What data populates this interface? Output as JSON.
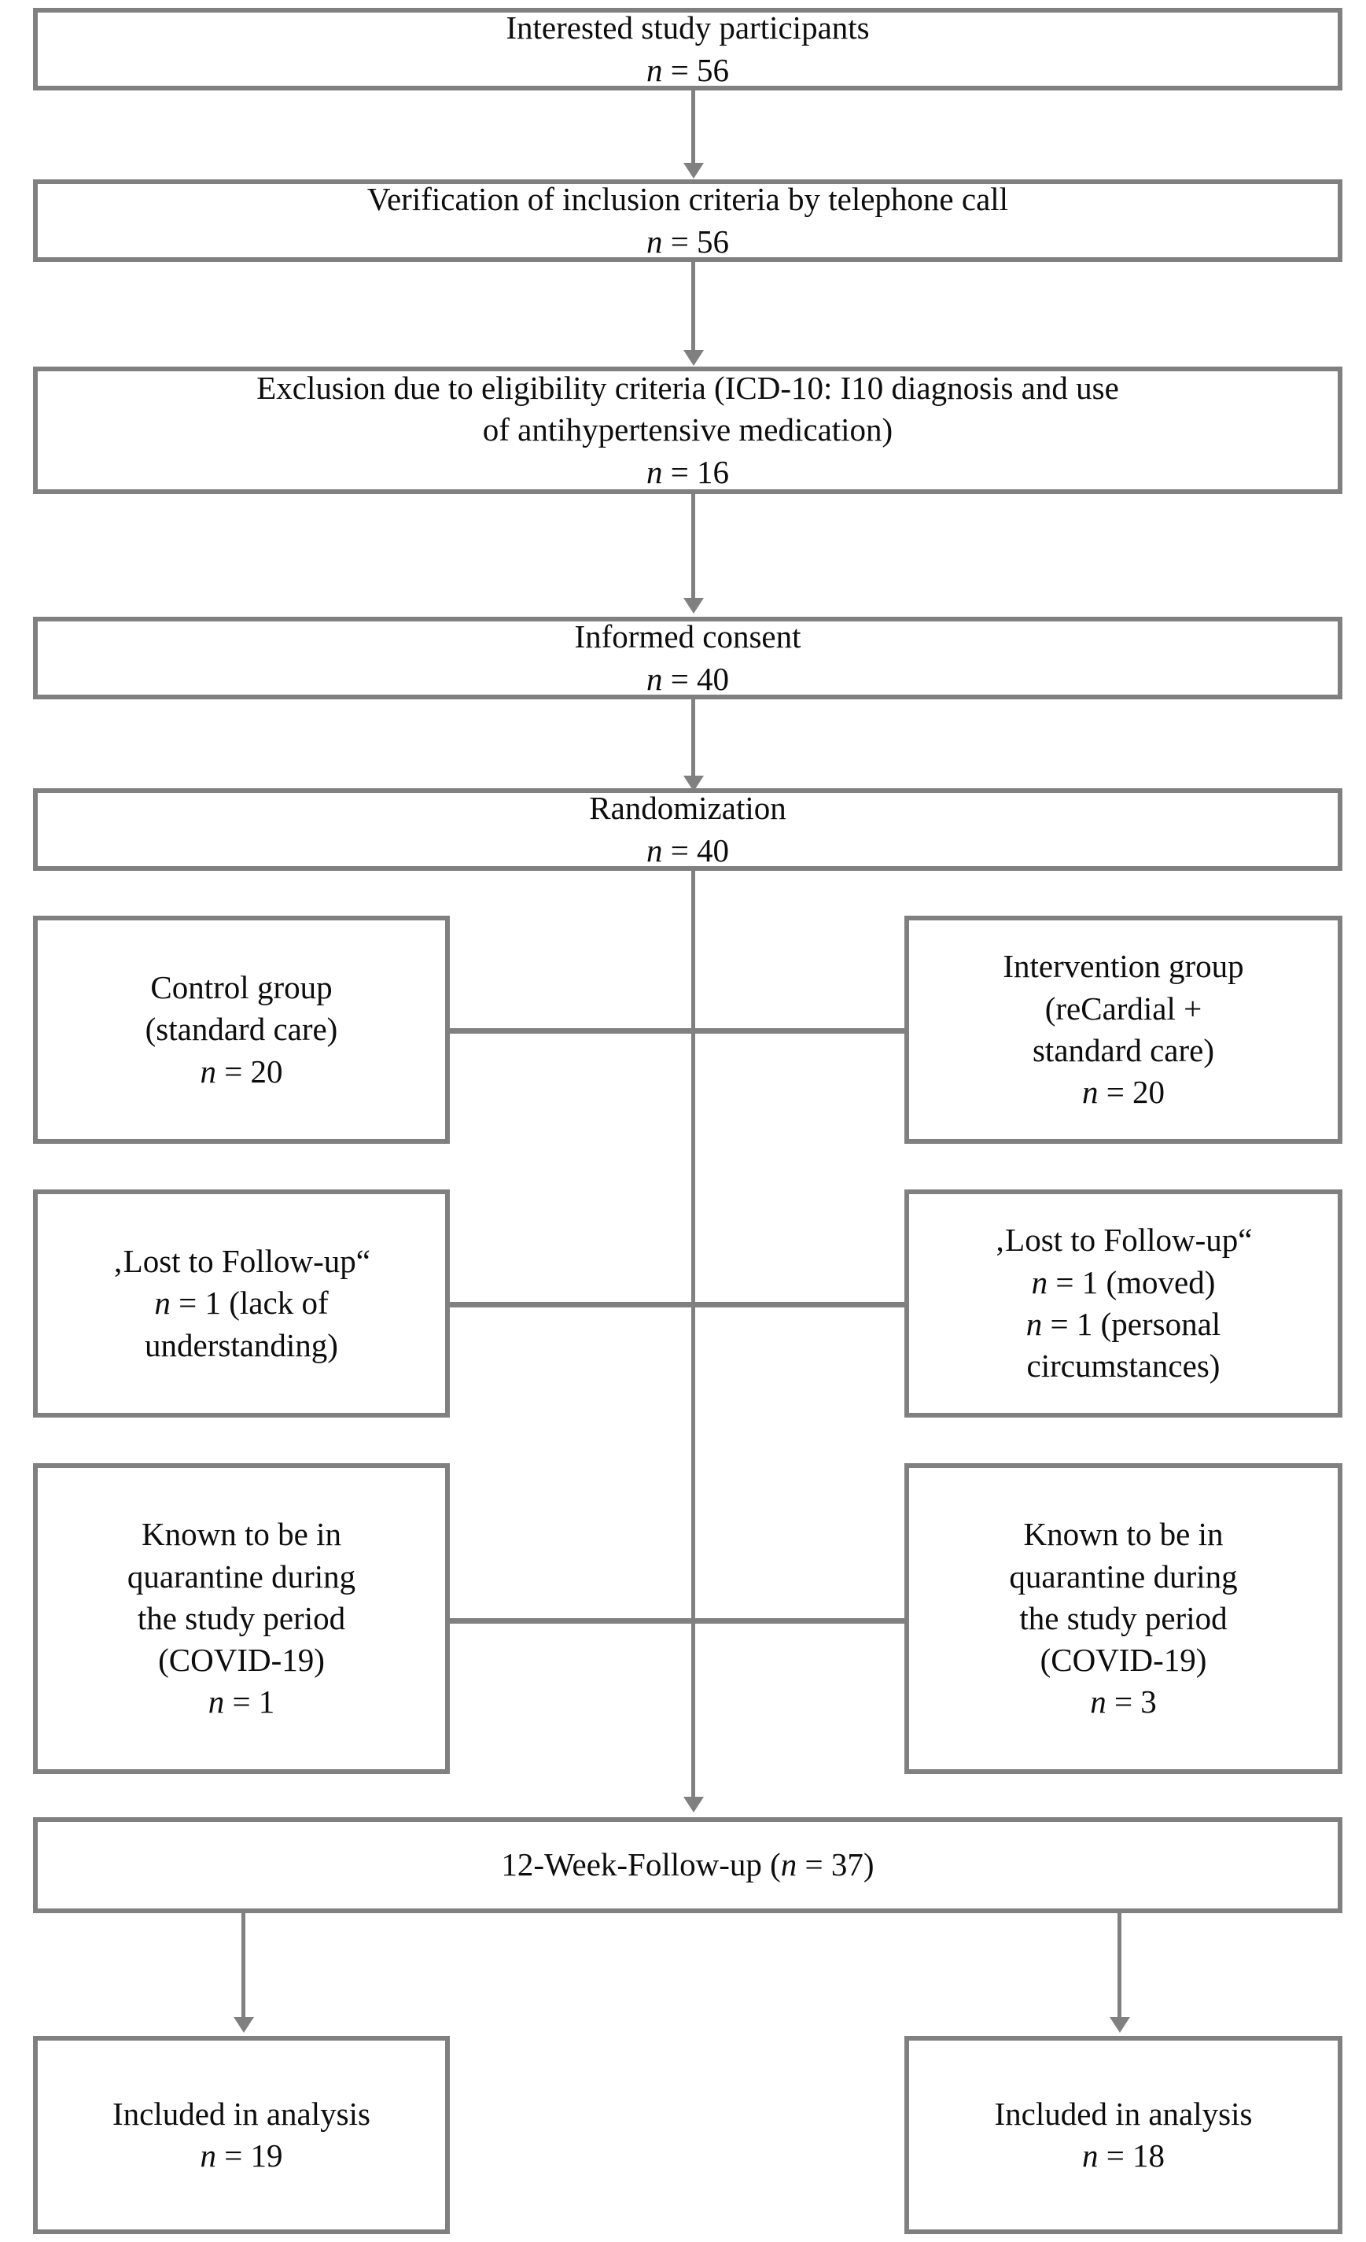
{
  "diagram": {
    "title": "CONSORT participant flow diagram",
    "border_color": "#808080",
    "text_color": "#0d0d0d",
    "background": "#ffffff"
  },
  "nodes": {
    "interested": {
      "line1": "Interested study participants",
      "line2_prefix": "n",
      "line2_value": " = 56"
    },
    "verification": {
      "line1": "Verification of inclusion criteria by telephone call",
      "line2_prefix": "n",
      "line2_value": " = 56"
    },
    "exclusion": {
      "line1": "Exclusion due to eligibility criteria (ICD-10: I10 diagnosis and use",
      "line2": "of antihypertensive medication)",
      "line3_prefix": "n",
      "line3_value": " = 16"
    },
    "consent": {
      "line1": "Informed consent",
      "line2_prefix": "n",
      "line2_value": " = 40"
    },
    "randomization": {
      "line1": "Randomization",
      "line2_prefix": "n",
      "line2_value": " = 40"
    },
    "control_group": {
      "line1": "Control group",
      "line2": "(standard care)",
      "line3_prefix": "n",
      "line3_value": " = 20"
    },
    "intervention_group": {
      "line1": "Intervention group",
      "line2": "(reCardial +",
      "line3": "standard care)",
      "line4_prefix": "n",
      "line4_value": " = 20"
    },
    "lost_control": {
      "line1": "‚Lost to Follow-up“",
      "line2_prefix": "n",
      "line2_value": " = 1 (lack of",
      "line3": "understanding)"
    },
    "lost_intervention": {
      "line1": "‚Lost to Follow-up“",
      "line2_prefix": "n",
      "line2_value": " = 1 (moved)",
      "line3_prefix": "n",
      "line3_value": " = 1 (personal",
      "line4": "circumstances)"
    },
    "quarantine_control": {
      "line1": "Known to be in",
      "line2": "quarantine during",
      "line3": "the study period",
      "line4": "(COVID-19)",
      "line5_prefix": "n",
      "line5_value": " = 1"
    },
    "quarantine_intervention": {
      "line1": "Known to be in",
      "line2": "quarantine during",
      "line3": "the study period",
      "line4": "(COVID-19)",
      "line5_prefix": "n",
      "line5_value": " = 3"
    },
    "followup": {
      "pre": "12-Week-Follow-up (",
      "n": "n",
      "post": " = 37)"
    },
    "analysis_control": {
      "line1": "Included in analysis",
      "line2_prefix": "n",
      "line2_value": " = 19"
    },
    "analysis_intervention": {
      "line1": "Included in analysis",
      "line2_prefix": "n",
      "line2_value": " = 18"
    }
  }
}
